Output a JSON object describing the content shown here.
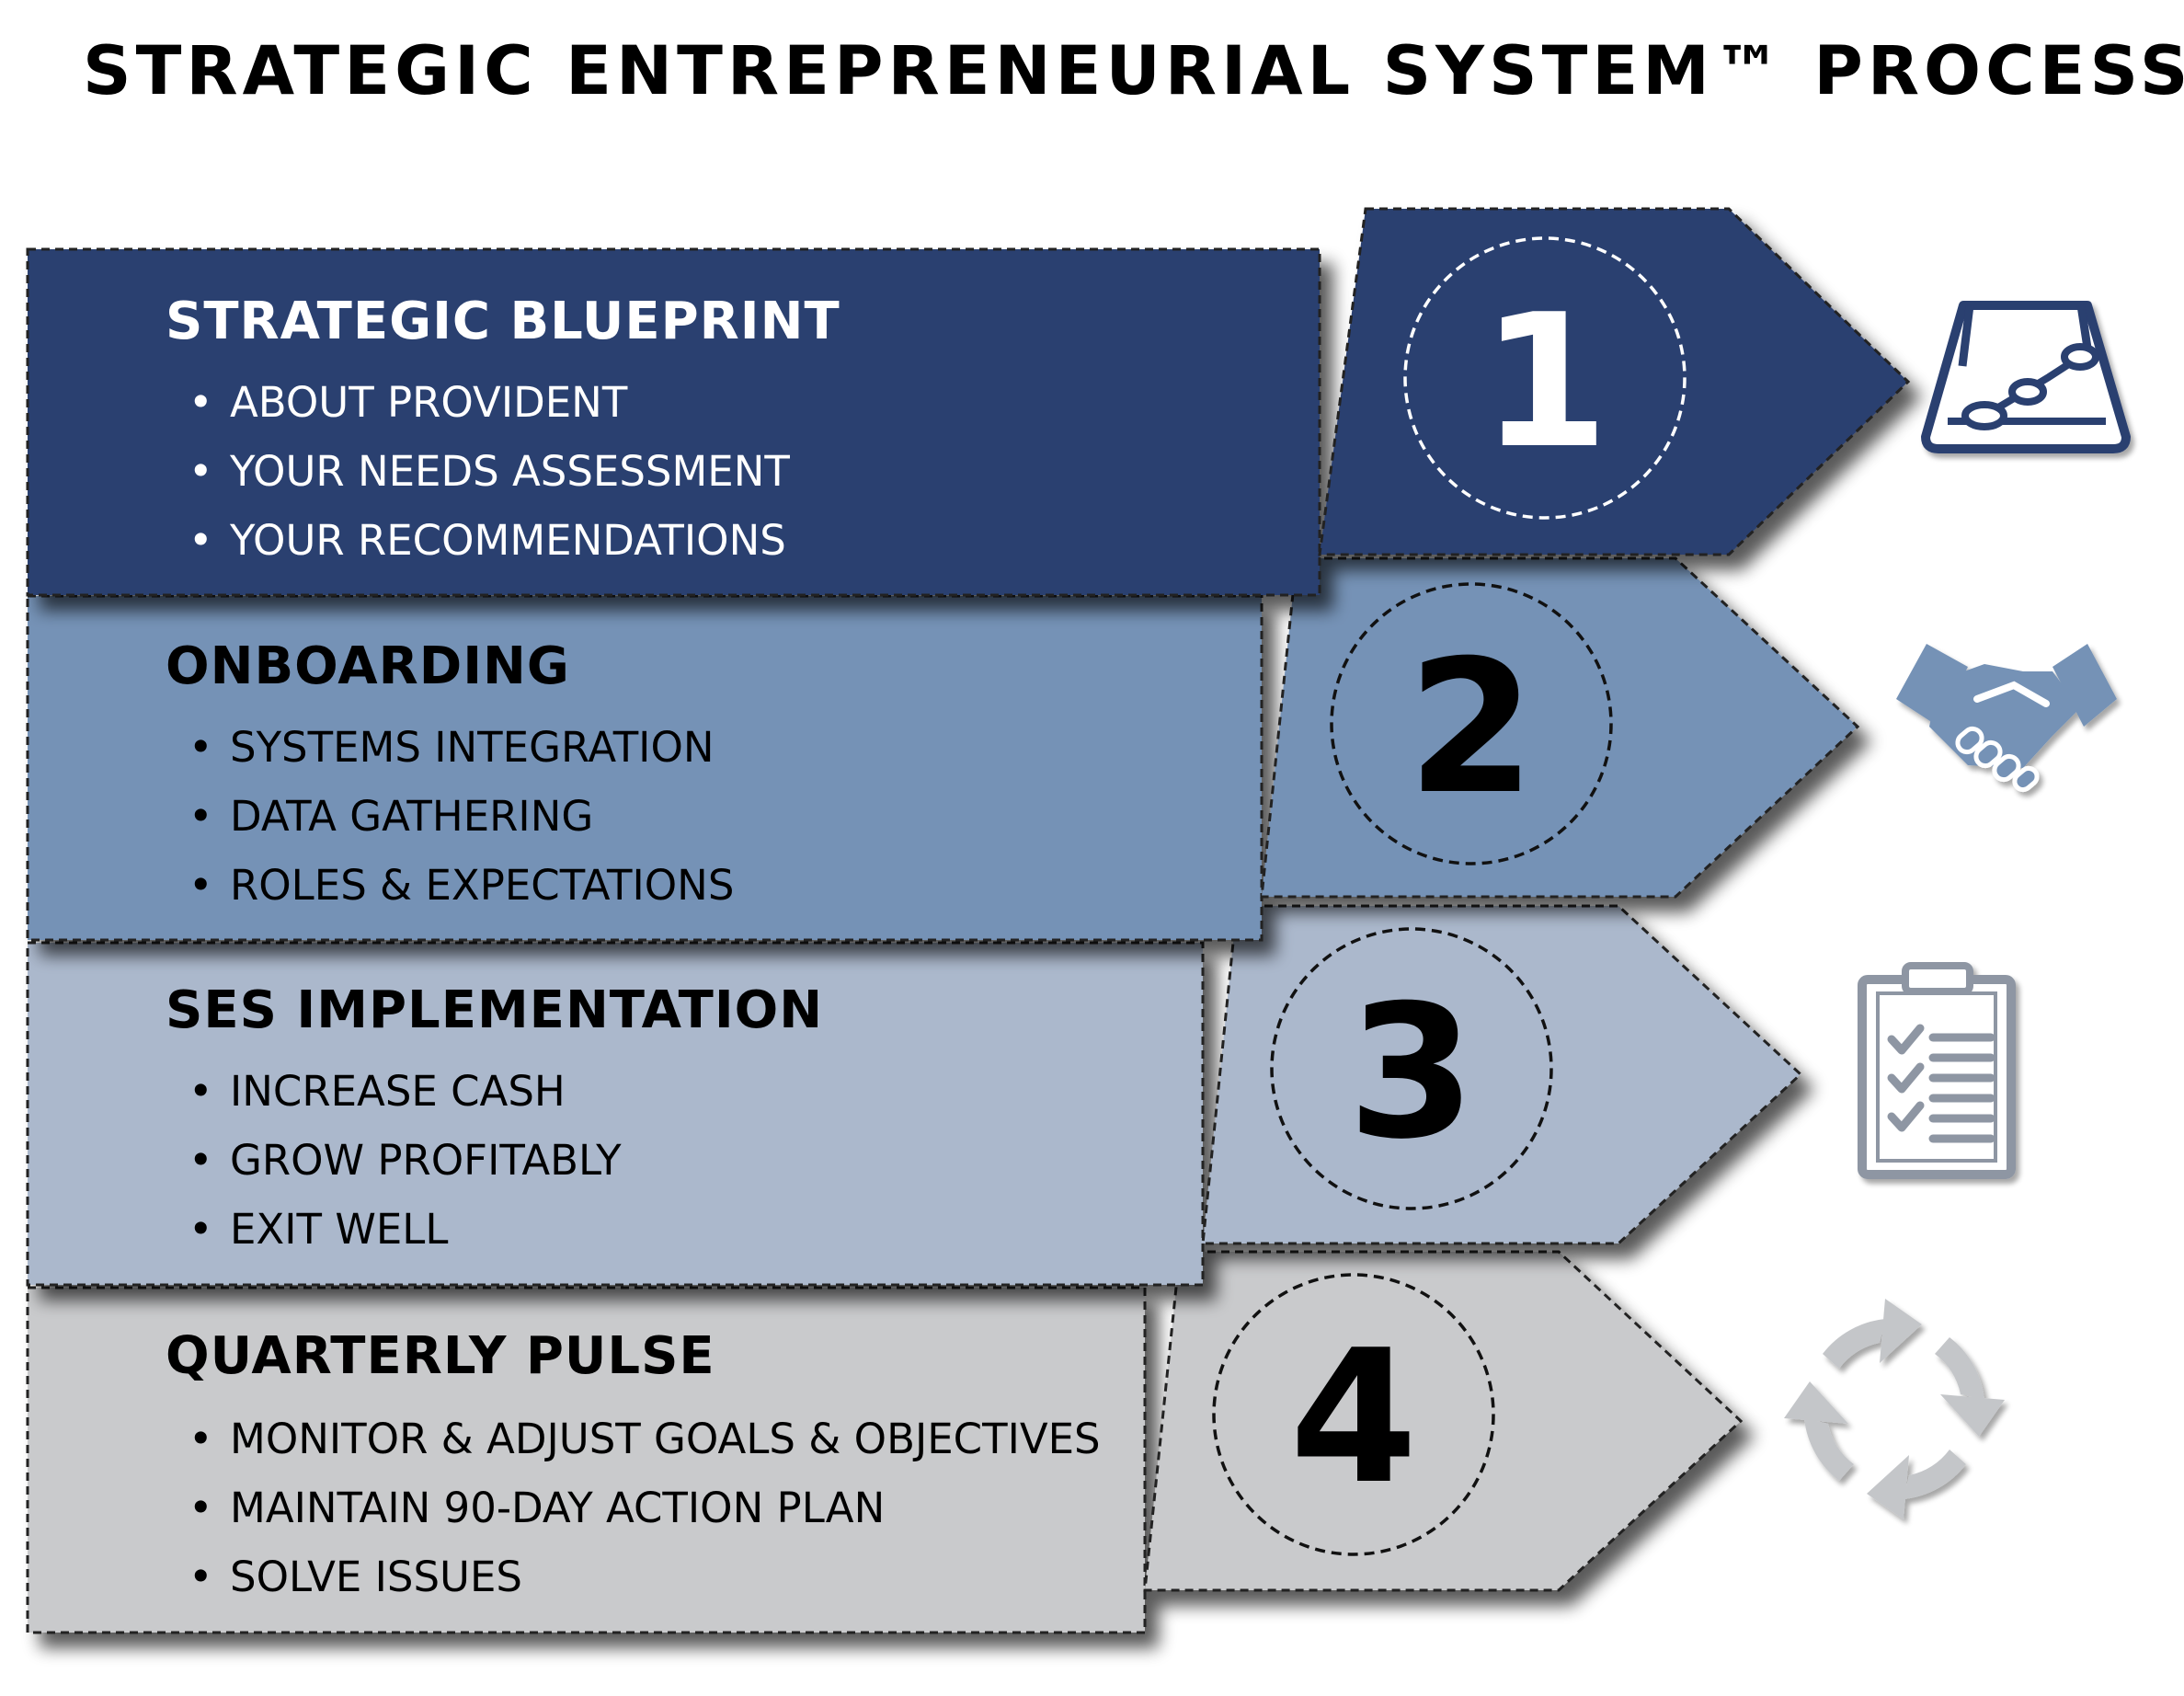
{
  "title": "STRATEGIC ENTREPRENEURIAL SYSTEM™ PROCESS",
  "colors": {
    "step1": "#2b3f70",
    "step2": "#7592b6",
    "step3": "#abb8cc",
    "step4": "#c9cacc",
    "icon_blue": "#2b3f70",
    "icon_steel": "#7592b6",
    "icon_gray": "#8e96a3",
    "icon_light": "#c4c6c9"
  },
  "steps": [
    {
      "number": "1",
      "heading": "STRATEGIC BLUEPRINT",
      "bullets": [
        "ABOUT PROVIDENT",
        "YOUR NEEDS ASSESSMENT",
        "YOUR RECOMMENDATIONS"
      ],
      "icon": "roadmap-icon",
      "text_color": "#ffffff"
    },
    {
      "number": "2",
      "heading": "ONBOARDING",
      "bullets": [
        "SYSTEMS INTEGRATION",
        "DATA GATHERING",
        "ROLES & EXPECTATIONS"
      ],
      "icon": "handshake-icon",
      "text_color": "#000000"
    },
    {
      "number": "3",
      "heading": "SES IMPLEMENTATION",
      "bullets": [
        "INCREASE CASH",
        "GROW PROFITABLY",
        "EXIT WELL"
      ],
      "icon": "checklist-clipboard-icon",
      "text_color": "#000000"
    },
    {
      "number": "4",
      "heading": "QUARTERLY PULSE",
      "bullets": [
        "MONITOR & ADJUST GOALS & OBJECTIVES",
        "MAINTAIN 90-DAY ACTION PLAN",
        "SOLVE ISSUES"
      ],
      "icon": "cycle-arrows-icon",
      "text_color": "#000000"
    }
  ]
}
